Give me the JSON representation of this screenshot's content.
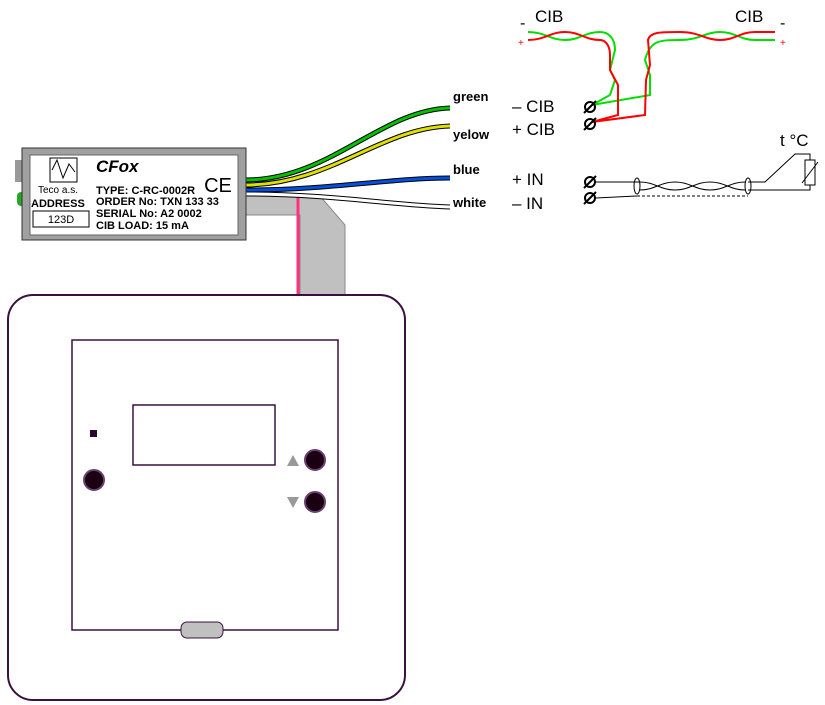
{
  "module": {
    "brand": "CFox",
    "manufacturer": "Teco a.s.",
    "address_label": "ADDRESS",
    "address_value": "123D",
    "type": "TYPE: C-RC-0002R",
    "order": "ORDER No: TXN 133 33",
    "serial": "SERIAL No: A2 0002",
    "load": "CIB LOAD: 15 mA",
    "ce_mark": "CE"
  },
  "wires": [
    {
      "label": "green",
      "color": "#00c000"
    },
    {
      "label": "yelow",
      "color": "#e0e000"
    },
    {
      "label": "blue",
      "color": "#0050e0"
    },
    {
      "label": "white",
      "color": "#ffffff"
    }
  ],
  "terminals": [
    "– CIB",
    "+ CIB",
    "+ IN",
    "– IN"
  ],
  "bus": {
    "left_label": "CIB",
    "right_label": "CIB",
    "minus": "-",
    "plus": "+"
  },
  "sensor": {
    "label": "t °C"
  },
  "colors": {
    "cib_minus": "#00e000",
    "cib_plus": "#ff0000",
    "panel_outline": "#3a1040"
  }
}
